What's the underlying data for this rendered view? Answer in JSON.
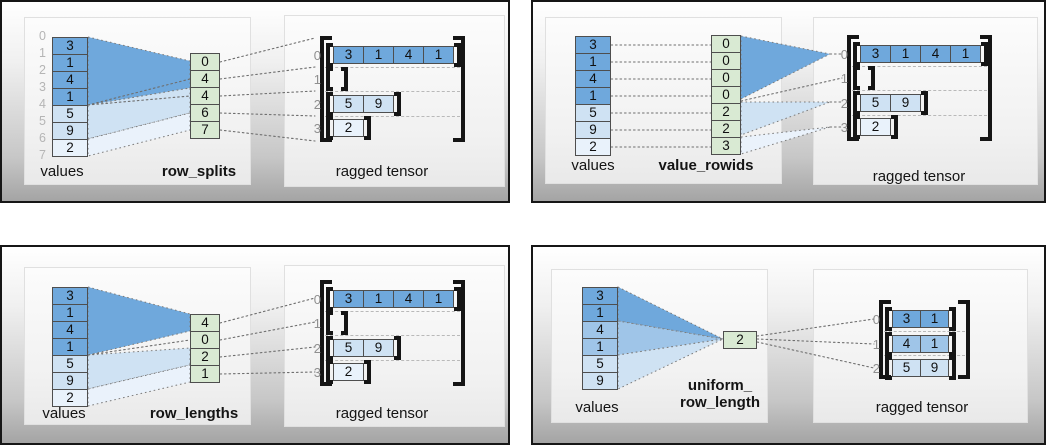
{
  "colors": {
    "value_dark": "#6fa8dc",
    "value_medium": "#9fc5e8",
    "value_light": "#cfe2f3",
    "value_lightest": "#e9f2fb",
    "mapping_green": "#d9ead3"
  },
  "panels": {
    "q1": {
      "values_label": "values",
      "method_label": "row_splits",
      "tensor_label": "ragged tensor",
      "boundaries": [
        "0",
        "1",
        "2",
        "3",
        "4",
        "5",
        "6",
        "7"
      ],
      "values": [
        "3",
        "1",
        "4",
        "1",
        "5",
        "9",
        "2"
      ],
      "mapping": [
        "0",
        "4",
        "4",
        "6",
        "7"
      ],
      "row_labels": [
        "0",
        "1",
        "2",
        "3"
      ],
      "rows": [
        [
          "3",
          "1",
          "4",
          "1"
        ],
        [],
        [
          "5",
          "9"
        ],
        [
          "2"
        ]
      ]
    },
    "q2": {
      "values_label": "values",
      "method_label": "value_rowids",
      "tensor_label": "ragged tensor",
      "values": [
        "3",
        "1",
        "4",
        "1",
        "5",
        "9",
        "2"
      ],
      "mapping": [
        "0",
        "0",
        "0",
        "0",
        "2",
        "2",
        "3"
      ],
      "row_labels": [
        "0",
        "1",
        "2",
        "3"
      ],
      "rows": [
        [
          "3",
          "1",
          "4",
          "1"
        ],
        [],
        [
          "5",
          "9"
        ],
        [
          "2"
        ]
      ]
    },
    "q3": {
      "values_label": "values",
      "method_label": "row_lengths",
      "tensor_label": "ragged tensor",
      "values": [
        "3",
        "1",
        "4",
        "1",
        "5",
        "9",
        "2"
      ],
      "mapping": [
        "4",
        "0",
        "2",
        "1"
      ],
      "row_labels": [
        "0",
        "1",
        "2",
        "3"
      ],
      "rows": [
        [
          "3",
          "1",
          "4",
          "1"
        ],
        [],
        [
          "5",
          "9"
        ],
        [
          "2"
        ]
      ]
    },
    "q4": {
      "values_label": "values",
      "method_label_line1": "uniform_",
      "method_label_line2": "row_length",
      "tensor_label": "ragged tensor",
      "values": [
        "3",
        "1",
        "4",
        "1",
        "5",
        "9"
      ],
      "mapping": [
        "2"
      ],
      "row_labels": [
        "0",
        "1",
        "2"
      ],
      "rows": [
        [
          "3",
          "1"
        ],
        [
          "4",
          "1"
        ],
        [
          "5",
          "9"
        ]
      ]
    }
  }
}
